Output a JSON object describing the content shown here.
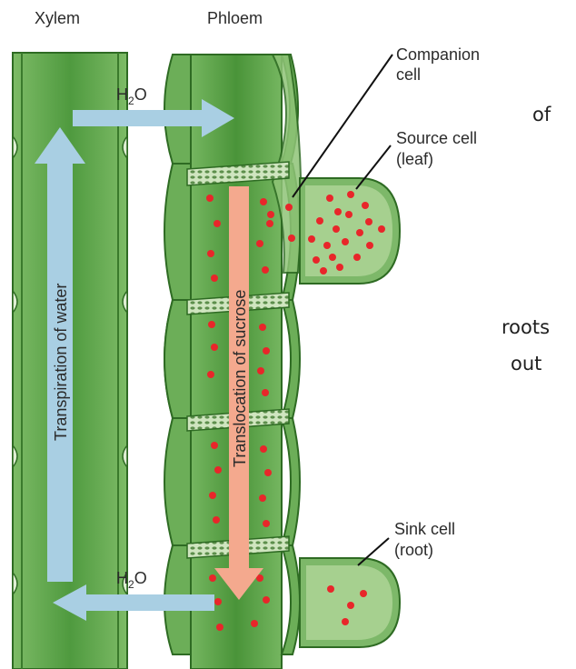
{
  "labels": {
    "xylem": "Xylem",
    "phloem": "Phloem",
    "companion_line1": "Companion",
    "companion_line2": "cell",
    "source_line1": "Source cell",
    "source_line2": "(leaf)",
    "sink_line1": "Sink cell",
    "sink_line2": "(root)",
    "h2o_base": "H",
    "h2o_sub": "2",
    "h2o_tail": "O",
    "transpiration": "Transpiration of water",
    "translocation": "Translocation of sucrose"
  },
  "side_text": {
    "of": "of",
    "roots": "roots",
    "out": "out"
  },
  "colors": {
    "green_dark": "#3f8c33",
    "green_mid": "#62a84f",
    "green_light": "#9ccc82",
    "water_arrow": "#a9cfe3",
    "sucrose_arrow": "#f4a98e",
    "sugar_dot": "#e8262a",
    "outline": "#2e6b23"
  }
}
